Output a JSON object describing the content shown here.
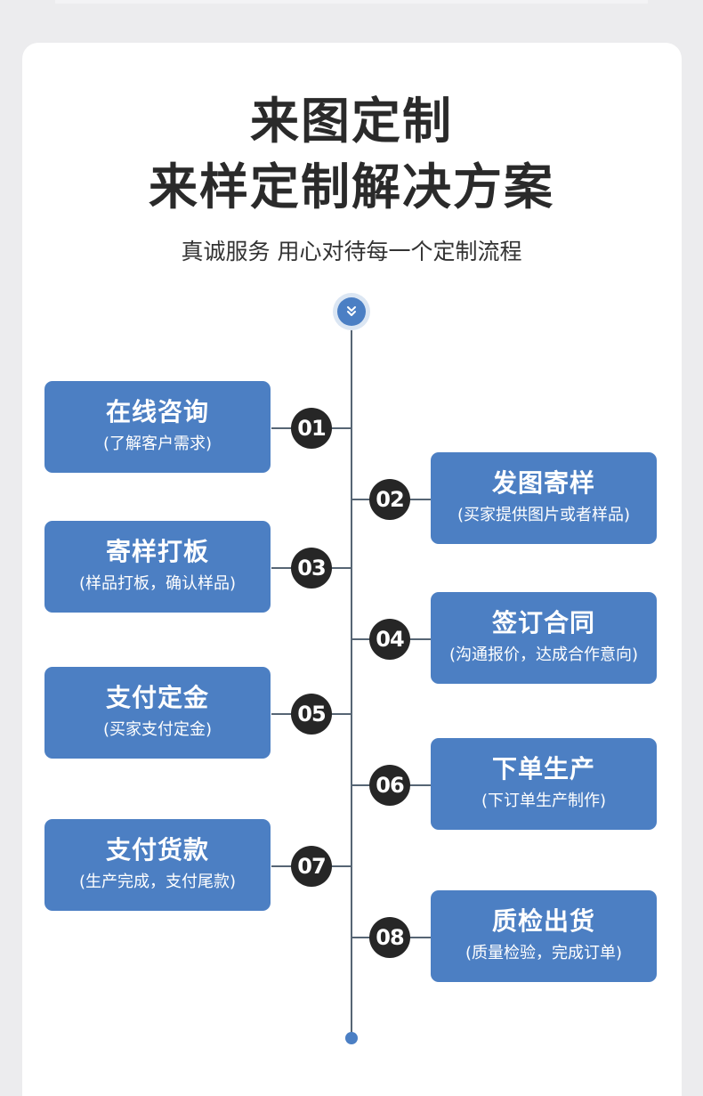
{
  "header": {
    "title_line1": "来图定制",
    "title_line2": "来样定制解决方案",
    "subtitle": "真诚服务 用心对待每一个定制流程"
  },
  "top_icon": "double-chevron-down-icon",
  "colors": {
    "box_blue": "#4c7fc3",
    "number_circle": "#262626",
    "timeline": "#566574",
    "accent_dot": "#4b7fc4"
  },
  "steps": [
    {
      "number": "01",
      "title": "在线咨询",
      "desc": "(了解客户需求)"
    },
    {
      "number": "02",
      "title": "发图寄样",
      "desc": "(买家提供图片或者样品)"
    },
    {
      "number": "03",
      "title": "寄样打板",
      "desc": "(样品打板，确认样品)"
    },
    {
      "number": "04",
      "title": "签订合同",
      "desc": "(沟通报价，达成合作意向)"
    },
    {
      "number": "05",
      "title": "支付定金",
      "desc": "(买家支付定金)"
    },
    {
      "number": "06",
      "title": "下单生产",
      "desc": "(下订单生产制作)"
    },
    {
      "number": "07",
      "title": "支付货款",
      "desc": "(生产完成，支付尾款)"
    },
    {
      "number": "08",
      "title": "质检出货",
      "desc": "(质量检验，完成订单)"
    }
  ]
}
